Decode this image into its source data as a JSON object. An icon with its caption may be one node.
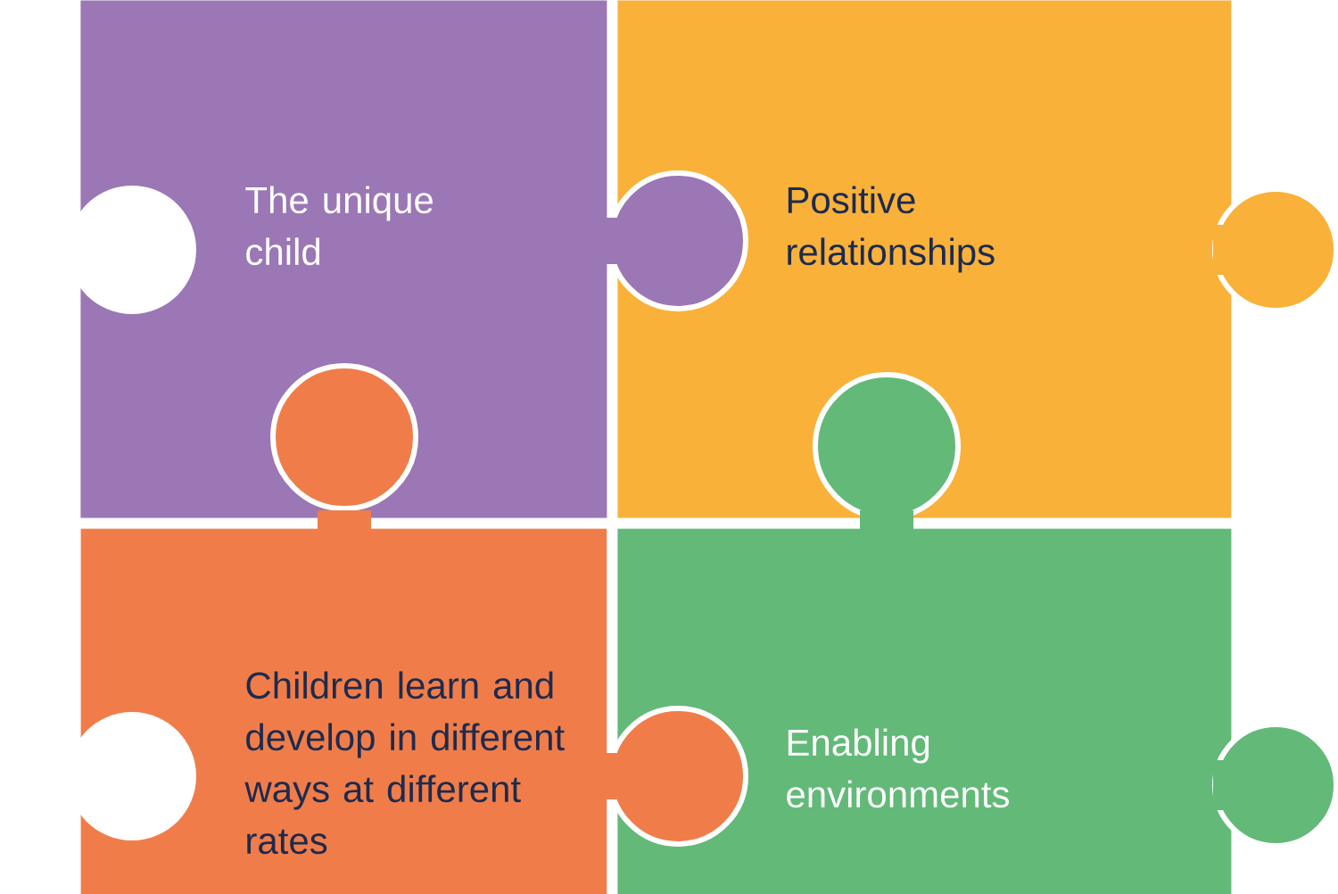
{
  "diagram": {
    "nodes": [
      {
        "text": [
          "The unique child"
        ]
      },
      {
        "text": [
          "Positive relationships"
        ]
      },
      {
        "text": [
          "Children learn and develop in different ways at different rates"
        ]
      },
      {
        "text": [
          "Enabling environments"
        ]
      }
    ]
  }
}
